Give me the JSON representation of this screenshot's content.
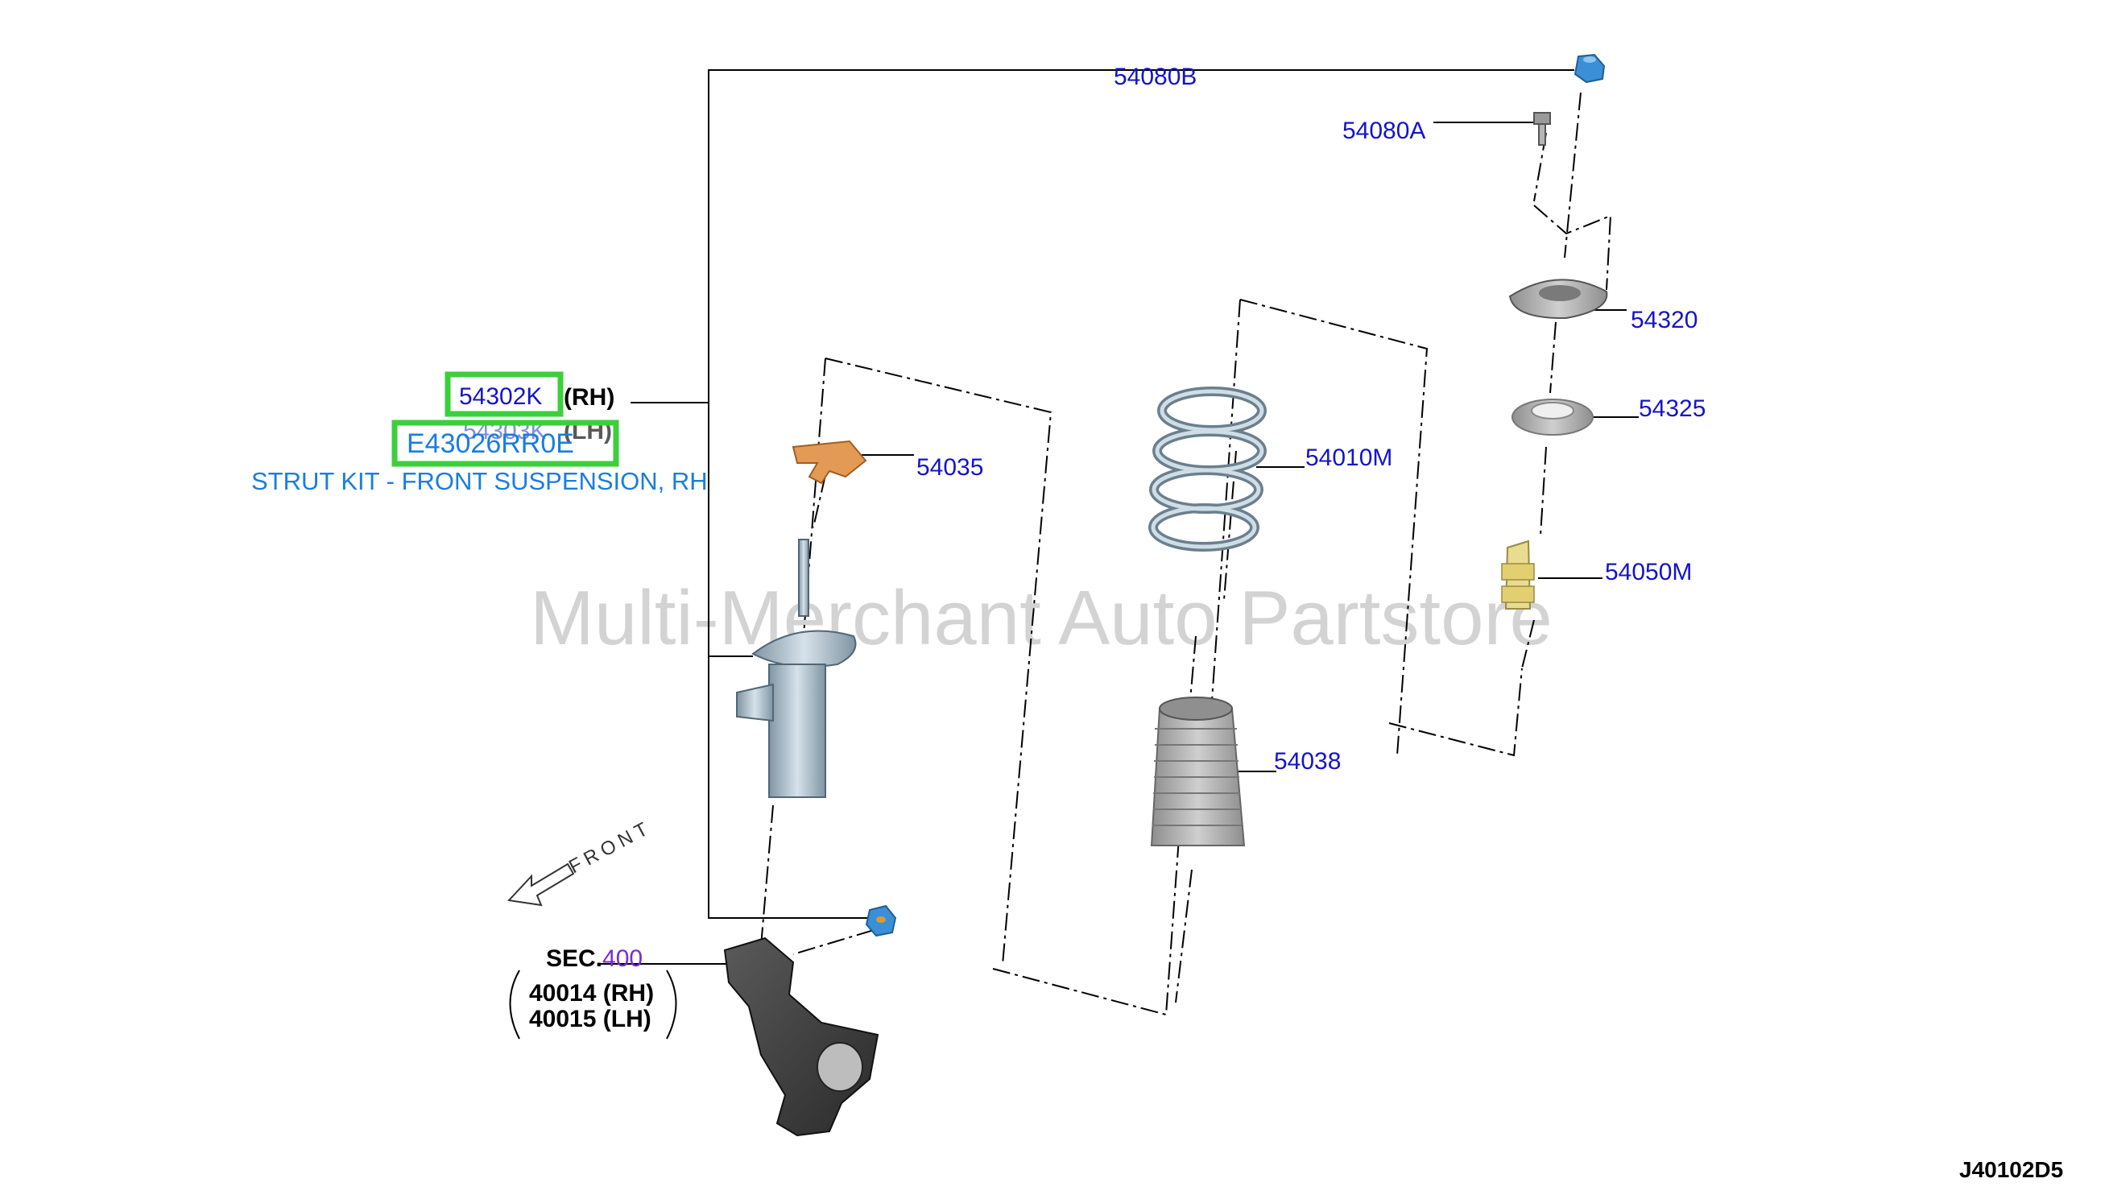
{
  "watermark": "Multi-Merchant Auto Partstore",
  "diagram_code": "J40102D5",
  "front_label": "FRONT",
  "highlighted": {
    "part_rh": "54302K",
    "part_rh_side": "(RH)",
    "part_lh": "54303K",
    "part_lh_side": "(LH)",
    "kit_number": "E43026RR0E",
    "kit_description": "STRUT KIT - FRONT SUSPENSION, RH"
  },
  "callouts": {
    "c54080B": "54080B",
    "c54080A": "54080A",
    "c54320": "54320",
    "c54325": "54325",
    "c54035": "54035",
    "c54010M": "54010M",
    "c54050M": "54050M",
    "c54038": "54038"
  },
  "section_ref": {
    "prefix": "SEC.",
    "number": "400",
    "rh": "40014 (RH)",
    "lh": "40015 (LH)"
  },
  "colors": {
    "callout": "#1414c8",
    "highlight": "#3ccf3c",
    "kit_text": "#1a7de0",
    "section_number": "#7a2bd6",
    "part_blue": "#4aa3e6",
    "bumpstop": "#e9dc8f",
    "seat": "#e39a55",
    "metal": "#9fb3c0"
  }
}
